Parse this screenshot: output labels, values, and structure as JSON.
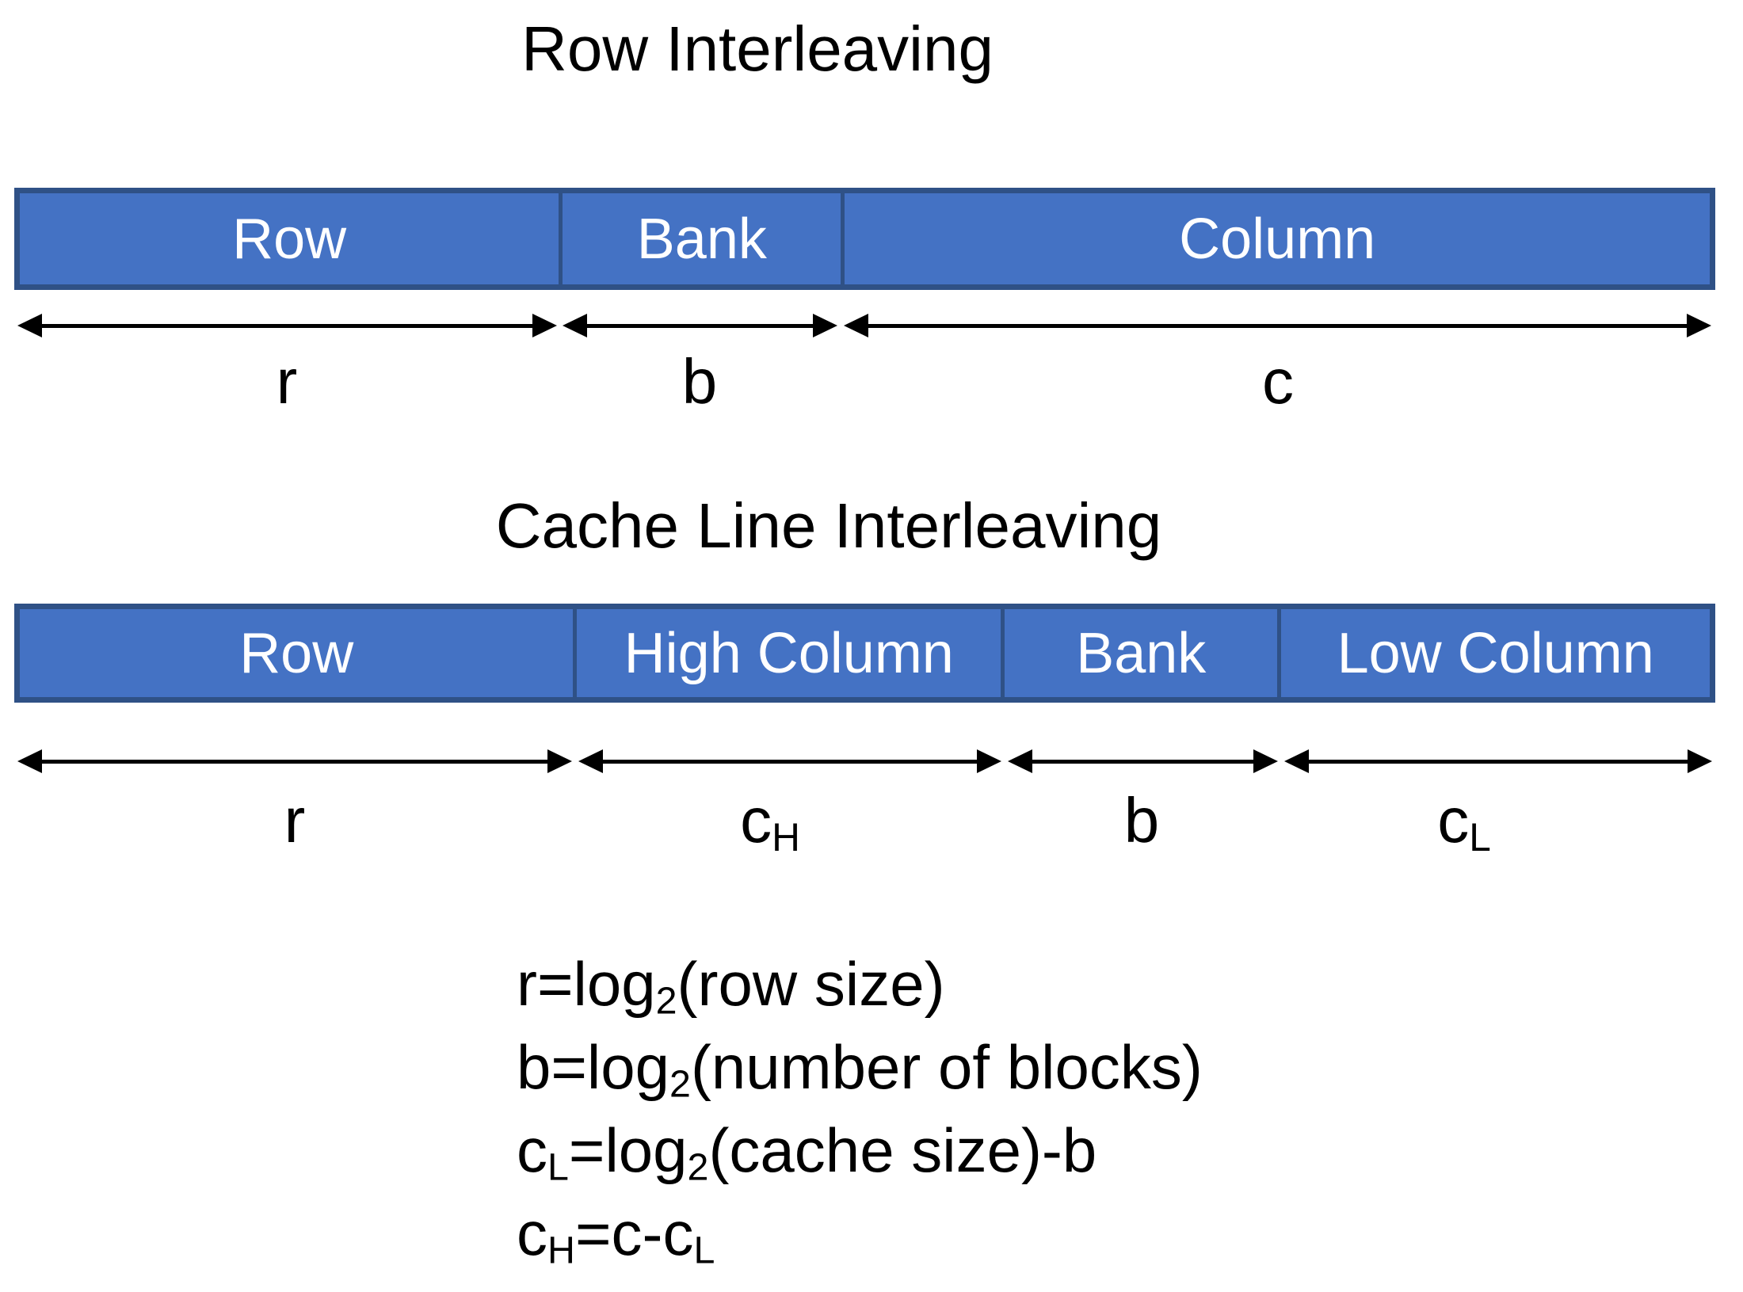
{
  "titles": {
    "row": "Row Interleaving",
    "cache": "Cache Line Interleaving"
  },
  "colors": {
    "cell_fill": "#4472C4",
    "bar_frame": "#2F5186",
    "bar_text": "#FFFFFF",
    "text": "#000000",
    "background": "#FFFFFF"
  },
  "icons": {
    "arrowhead_left": "left-pointing solid triangle",
    "arrowhead_right": "right-pointing solid triangle"
  },
  "row_interleaving": {
    "cells": [
      {
        "label": "Row"
      },
      {
        "label": "Bank"
      },
      {
        "label": "Column"
      }
    ],
    "dims": [
      {
        "main": "r",
        "sub": ""
      },
      {
        "main": "b",
        "sub": ""
      },
      {
        "main": "c",
        "sub": ""
      }
    ]
  },
  "cache_line_interleaving": {
    "cells": [
      {
        "label": "Row"
      },
      {
        "label": "High Column"
      },
      {
        "label": "Bank"
      },
      {
        "label": "Low Column"
      }
    ],
    "dims": [
      {
        "main": "r",
        "sub": ""
      },
      {
        "main": "c",
        "sub": "H"
      },
      {
        "main": "b",
        "sub": ""
      },
      {
        "main": "c",
        "sub": "L"
      }
    ]
  },
  "formulas": {
    "lines": [
      {
        "var": "",
        "varsub": "",
        "pre": "r=log",
        "logsub": "2",
        "post": "(row size)",
        "tailsub": ""
      },
      {
        "var": "",
        "varsub": "",
        "pre": "b=log",
        "logsub": "2",
        "post": "(number of blocks)",
        "tailsub": ""
      },
      {
        "var": "c",
        "varsub": "L",
        "pre": "=log",
        "logsub": "2",
        "post": "(cache size)-b",
        "tailsub": ""
      },
      {
        "var": "c",
        "varsub": "H",
        "pre": "=c-c",
        "logsub": "",
        "post": "",
        "tailsub": "L"
      }
    ]
  }
}
